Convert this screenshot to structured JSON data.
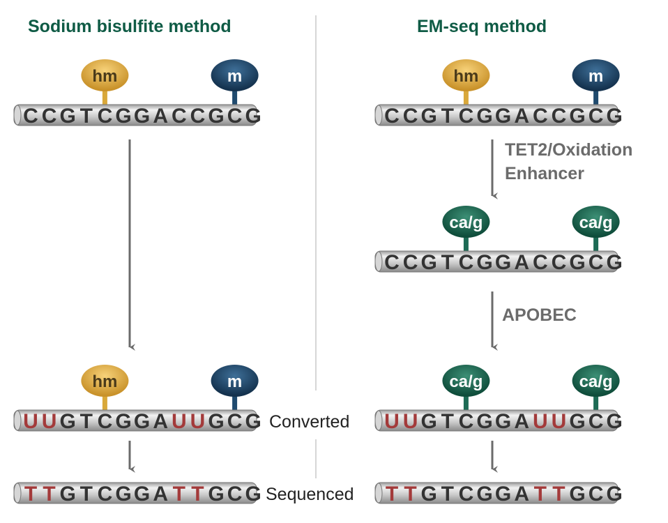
{
  "left_title": "Sodium bisulfite method",
  "right_title": "EM-seq method",
  "step_tet2_line1": "TET2/Oxidation",
  "step_tet2_line2": "Enhancer",
  "step_apobec": "APOBEC",
  "label_converted": "Converted",
  "label_sequenced": "Sequenced",
  "colors": {
    "title": "#0f5b45",
    "hm": "#d9a83a",
    "m": "#1f4a6e",
    "cag": "#1d6b55",
    "converted_base": "#a33a3a",
    "base": "#333333"
  },
  "strands": [
    {
      "id": "left-original",
      "sequence": "CCGTCGGACCGCG",
      "red": [],
      "markers": [
        {
          "label": "hm",
          "type": "hm",
          "pos": 4
        },
        {
          "label": "m",
          "type": "m",
          "pos": 11
        }
      ]
    },
    {
      "id": "left-converted",
      "sequence": "UUGTCGGAUUGCG",
      "red": [
        0,
        1,
        8,
        9
      ],
      "markers": [
        {
          "label": "hm",
          "type": "hm",
          "pos": 4
        },
        {
          "label": "m",
          "type": "m",
          "pos": 11
        }
      ]
    },
    {
      "id": "left-sequenced",
      "sequence": "TTGTCGGATTGCG",
      "red": [
        0,
        1,
        8,
        9
      ],
      "markers": []
    },
    {
      "id": "right-original",
      "sequence": "CCGTCGGACCGCG",
      "red": [],
      "markers": [
        {
          "label": "hm",
          "type": "hm",
          "pos": 4
        },
        {
          "label": "m",
          "type": "m",
          "pos": 11
        }
      ]
    },
    {
      "id": "right-oxidized",
      "sequence": "CCGTCGGACCGCG",
      "red": [],
      "markers": [
        {
          "label": "ca/g",
          "type": "cag",
          "pos": 4
        },
        {
          "label": "ca/g",
          "type": "cag",
          "pos": 11
        }
      ]
    },
    {
      "id": "right-converted",
      "sequence": "UUGTCGGAUUGCG",
      "red": [
        0,
        1,
        8,
        9
      ],
      "markers": [
        {
          "label": "ca/g",
          "type": "cag",
          "pos": 4
        },
        {
          "label": "ca/g",
          "type": "cag",
          "pos": 11
        }
      ]
    },
    {
      "id": "right-sequenced",
      "sequence": "TTGTCGGATTGCG",
      "red": [
        0,
        1,
        8,
        9
      ],
      "markers": []
    }
  ]
}
